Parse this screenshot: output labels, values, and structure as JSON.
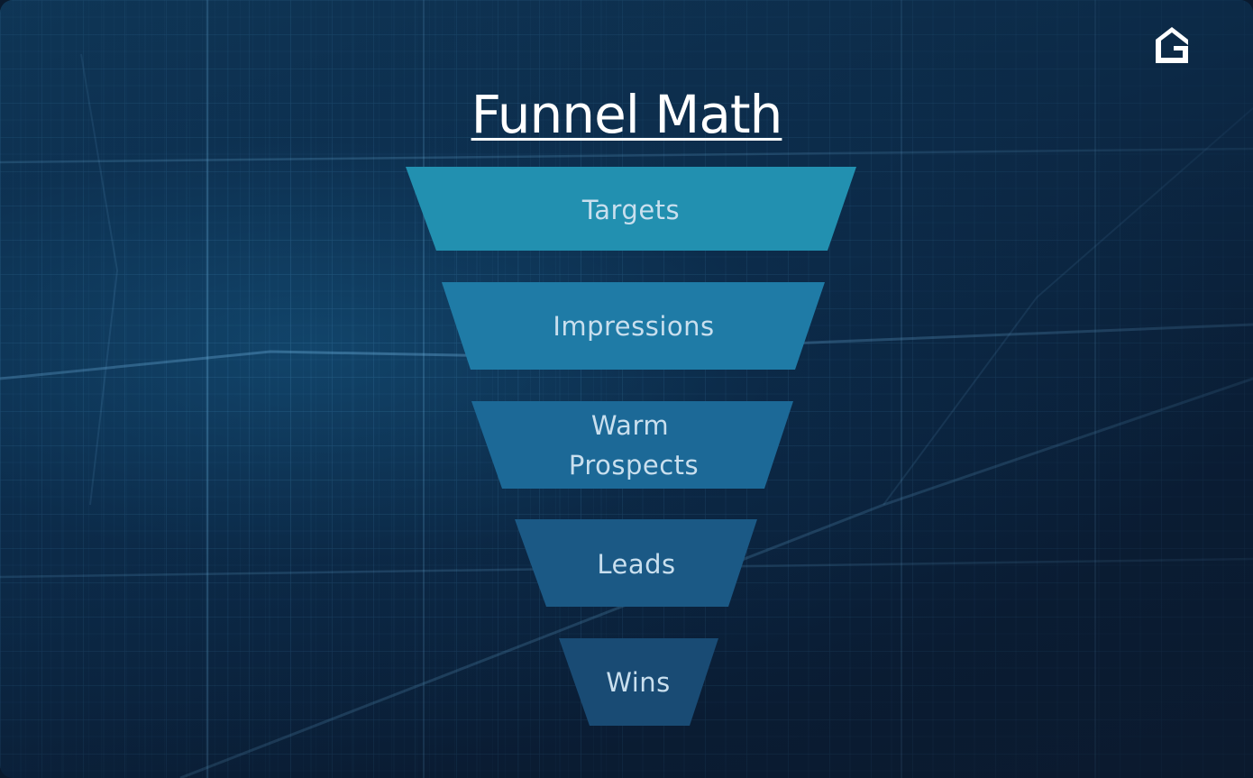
{
  "title": "Funnel Math",
  "logo": {
    "icon": "house-g-logo-icon"
  },
  "colors": {
    "background_dark": "#0a1c33",
    "background_blue": "#0f3656",
    "stage_1": "#2290b0",
    "stage_2": "#1f7ba6",
    "stage_3": "#1c6997",
    "stage_4": "#1b5985",
    "stage_5": "#194b74",
    "label_text": "#c9dfee",
    "title_text": "#ffffff"
  },
  "stages": [
    {
      "label": "Targets"
    },
    {
      "label": "Impressions"
    },
    {
      "label_line1": "Warm",
      "label_line2": "Prospects"
    },
    {
      "label": "Leads"
    },
    {
      "label": "Wins"
    }
  ]
}
